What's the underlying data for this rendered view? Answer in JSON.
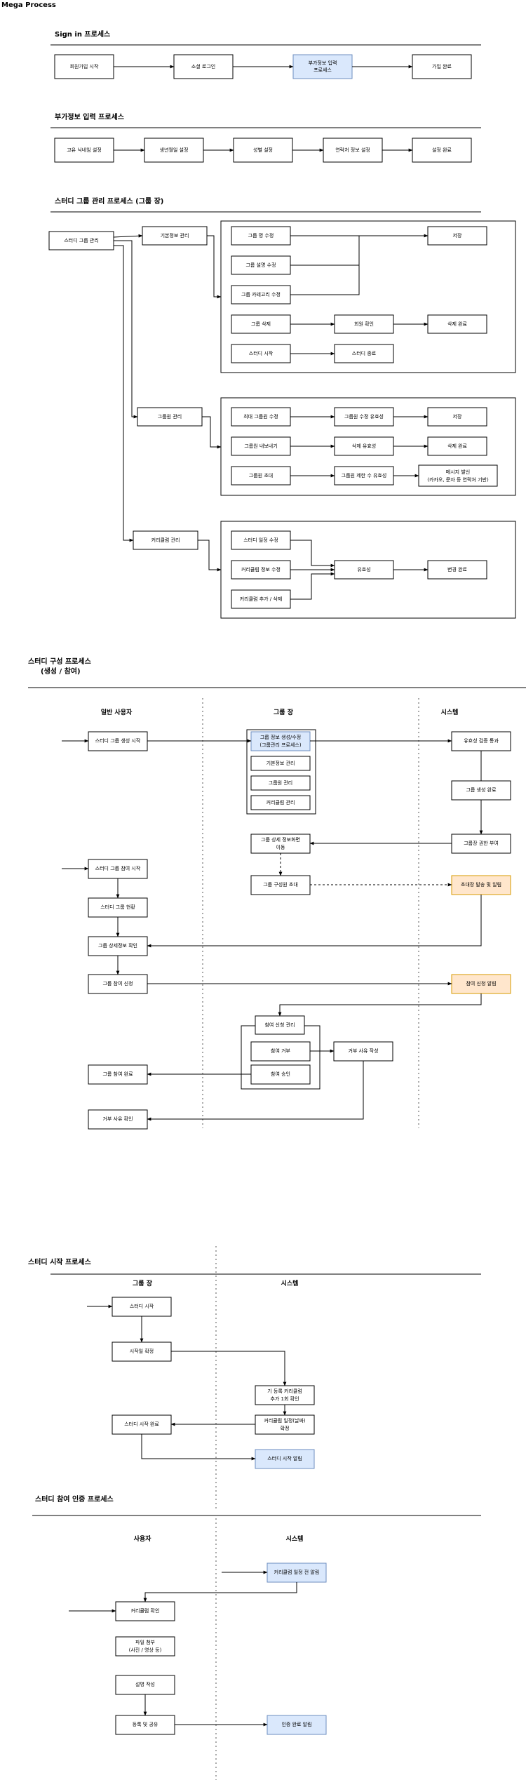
{
  "title": "Mega Process",
  "sections": {
    "signin": "Sign in 프로세스",
    "extra": "부가정보 입력 프로세스",
    "group": "스터디 그룹 관리 프로세스 (그룹 장)",
    "compose_1": "스터디 구성 프로세스",
    "compose_2": "(생성 / 참여)",
    "start": "스터디 시작 프로세스",
    "cert": "스터디 참여 인증 프로세스"
  },
  "lanes": {
    "user": "일반 사용자",
    "leader": "그룹 장",
    "system": "시스템",
    "leader2": "그룹 장",
    "system2": "시스템",
    "user3": "사용자",
    "system3": "시스템"
  },
  "nodes": {
    "s1": "회원가입 시작",
    "s2": "소셜 로그인",
    "s3a": "부가정보 입력",
    "s3b": "프로세스",
    "s4": "가입 완료",
    "e1": "고유 닉네임 설정",
    "e2": "생년월일 설정",
    "e3": "성별 설정",
    "e4": "연락처 정보 설정",
    "e5": "설정 완료",
    "g_root": "스터디 그룹 관리",
    "g_basic": "기본정보 관리",
    "b1": "그룹 명 수정",
    "b2": "그룹 설명 수정",
    "b3": "그룹 카테고리 수정",
    "b_save": "저장",
    "b4": "그룹 삭제",
    "b4c": "회원 확인",
    "b4d": "삭제 완료",
    "b5": "스터디 시작",
    "b5e": "스터디 종료",
    "g_member": "그룹원 관리",
    "m1": "최대 그룹원 수정",
    "m1v": "그룹원 수정 유효성",
    "m1s": "저장",
    "m2": "그룹원 내보내기",
    "m2v": "삭제 유효성",
    "m2d": "삭제 완료",
    "m3": "그룹원 초대",
    "m3v": "그룹원 제한 수 유효성",
    "m3sa": "메시지 발신",
    "m3sb": "(카카오, 문자 등 연락처 기반)",
    "g_curr": "커리큘럼 관리",
    "c1": "스터디 일정 수정",
    "c2": "커리큘럼 정보 수정",
    "c3": "커리큘럼 추가 / 삭제",
    "cv": "유효성",
    "cd": "변경 완료",
    "u1": "스터디 그룹 생성 시작",
    "l1a": "그룹 정보 생성/수정",
    "l1b": "(그룹관리 프로세스)",
    "l1s1": "기본정보 관리",
    "l1s2": "그룹원 관리",
    "l1s3": "커리큘럼 관리",
    "y1": "유효성 검증 통과",
    "y2": "그룹 생성 완료",
    "y3": "그룹장 권한 부여",
    "l2a": "그룹 상세 정보화면",
    "l2b": "이동",
    "l3": "그룹 구성원 초대",
    "y4": "초대장 발송 및 알림",
    "u2": "스터디 그룹 참여 시작",
    "u3": "스터디 그룹 현황",
    "u4": "그룹 상세정보 확인",
    "u5": "그룹 참여 신청",
    "y5": "참여 신청 알림",
    "l4": "참여 신청 관리",
    "l4a": "참여 거부",
    "l4b": "참여 승인",
    "l5": "거부 사유 작성",
    "u6": "그룹 참여 완료",
    "u7": "거부 사유 확인",
    "st1": "스터디 시작",
    "st2": "시작일 확정",
    "st3a": "기 등록 커리큘럼",
    "st3b": "추가 1회 확인",
    "st4a": "커리큘럼 일정(날짜)",
    "st4b": "확정",
    "st5": "스터디 시작 완료",
    "st6": "스터디 시작 알림",
    "cr0": "커리큘럼 일정 전 알림",
    "cr1": "커리큘럼 확인",
    "cr2a": "파일 첨부",
    "cr2b": "(사진 / 영상 등)",
    "cr3": "설명 작성",
    "cr4": "등록 및 공유",
    "cr5": "인증 완료 알림"
  }
}
